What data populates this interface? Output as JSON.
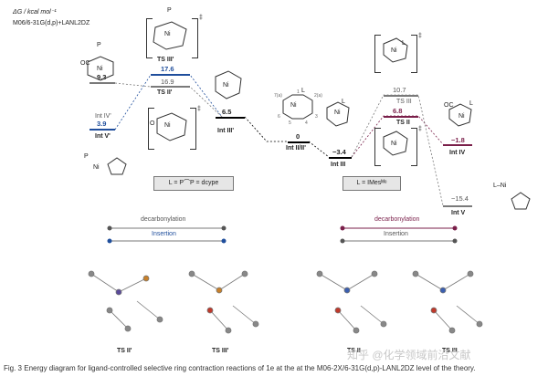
{
  "header": {
    "axis_label": "ΔG / kcal mol⁻¹",
    "method": "M06/6-31G(d,p)+LANL2DZ",
    "dagger": "‡"
  },
  "colors": {
    "blue_path": "#1f4e9c",
    "purple_path": "#7a1f4a",
    "grey_path": "#7a7a7a",
    "black": "#000000"
  },
  "left_diagram": {
    "states": {
      "int_v_prime": {
        "name": "Int V'",
        "value": "3.9"
      },
      "int_iv_prime": {
        "name": "Int IV'",
        "value": "9.3"
      },
      "ts_iii_prime": {
        "name": "TS III'",
        "value": "17.6"
      },
      "ts_ii_prime": {
        "name": "TS II'",
        "value": "16.9"
      },
      "int_iii_prime": {
        "name": "Int III'",
        "value": "6.5"
      },
      "int_ii": {
        "name": "Int II/II'",
        "value": "0"
      }
    },
    "ligand_box": "L = P⌒P = dcype",
    "labels": {
      "p": "P",
      "p2": "P",
      "ni": "Ni",
      "oc": "OC",
      "l": "L",
      "o": "O"
    }
  },
  "right_diagram": {
    "states": {
      "int_iii": {
        "name": "Int III",
        "value": "−3.4"
      },
      "ts_iii": {
        "name": "TS III",
        "value": "10.7"
      },
      "ts_ii": {
        "name": "TS II",
        "value": "6.8"
      },
      "int_iv": {
        "name": "Int IV",
        "value": "−1.8"
      },
      "int_v": {
        "name": "Int V",
        "value": "−15.4"
      }
    },
    "ligand_box": "L = IMesᴹᵉ",
    "labels": {
      "oc": "OC",
      "l": "L",
      "ni": "Ni",
      "lni": "L–Ni"
    }
  },
  "ring_numbers": [
    "7(a)",
    "1",
    "2(a)",
    "3",
    "4",
    "5",
    "6"
  ],
  "legend_left": {
    "top": "decarbonylation",
    "bottom": "Insertion"
  },
  "legend_right": {
    "top": "decarbonylation",
    "bottom": "Insertion"
  },
  "structures": [
    {
      "label": "TS II'"
    },
    {
      "label": "TS III'"
    },
    {
      "label": "TS II"
    },
    {
      "label": "TS III"
    }
  ],
  "watermark": "知乎 @化学领域前沿文献",
  "caption": "Fig. 3   Energy diagram for ligand-controlled selective ring contraction reactions of 1e at the at the M06-2X/6-31G(d,p)-LANL2DZ level of the theory."
}
